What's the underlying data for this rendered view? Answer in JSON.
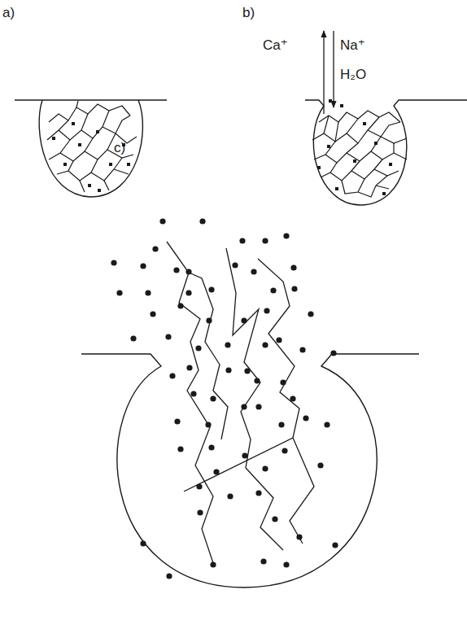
{
  "diagram": {
    "labels": [
      "a)",
      "b)",
      "Ca⁺",
      "Na⁺",
      "H₂O",
      "c)"
    ]
  }
}
